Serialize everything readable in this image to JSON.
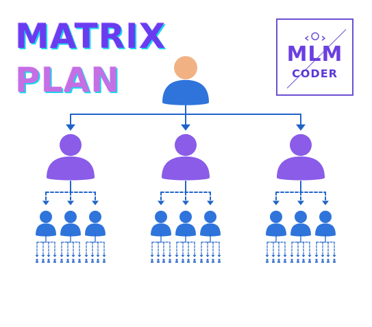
{
  "title": {
    "line1": "MATRIX",
    "line2": "PLAN"
  },
  "logo": {
    "top": "MLM",
    "bottom": "CODER"
  },
  "tree": {
    "branches": 3
  },
  "colors": {
    "line": "#1f63c9",
    "root_head": "#f2b183",
    "root_body": "#2f74db",
    "level1": "#8a5ce8",
    "level2": "#2f74db",
    "level3": "#2a67c8"
  }
}
